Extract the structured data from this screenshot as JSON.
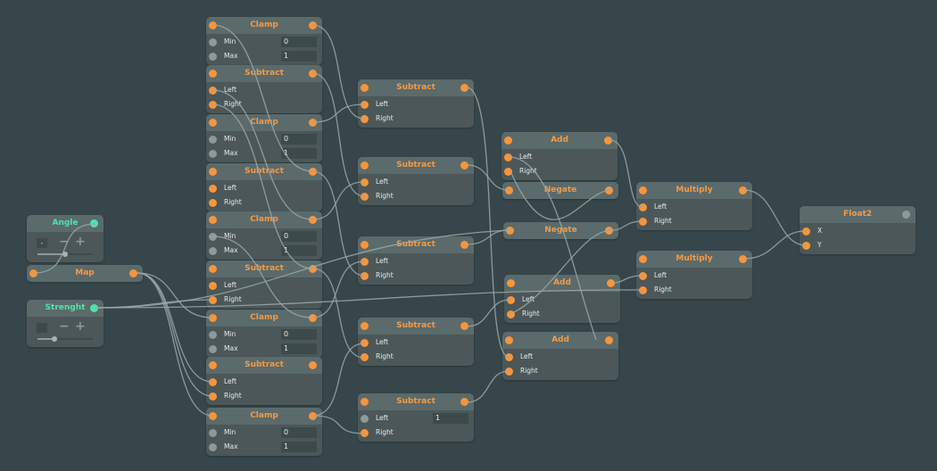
{
  "colors": {
    "background": "#37464a",
    "port": "#f7953a",
    "title": "#f39a48",
    "param": "#4ee3ae"
  },
  "params": [
    {
      "title": "Angle",
      "minus_box": "-",
      "minus": "−",
      "plus": "+",
      "slider_value": 0.5
    },
    {
      "title": "Strenght",
      "minus_box": "",
      "minus": "−",
      "plus": "+",
      "slider_value": 0.3
    }
  ],
  "map": {
    "title": "Map"
  },
  "nodes": [
    {
      "title": "Clamp",
      "rows": [
        {
          "label": "Min",
          "value": "0"
        },
        {
          "label": "Max",
          "value": "1"
        }
      ]
    },
    {
      "title": "Subtract",
      "rows": [
        {
          "label": "Left"
        },
        {
          "label": "Right"
        }
      ]
    },
    {
      "title": "Clamp",
      "rows": [
        {
          "label": "Min",
          "value": "0"
        },
        {
          "label": "Max",
          "value": "1"
        }
      ]
    },
    {
      "title": "Subtract",
      "rows": [
        {
          "label": "Left"
        },
        {
          "label": "Right"
        }
      ]
    },
    {
      "title": "Clamp",
      "rows": [
        {
          "label": "Min",
          "value": "0"
        },
        {
          "label": "Max",
          "value": "1"
        }
      ]
    },
    {
      "title": "Subtract",
      "rows": [
        {
          "label": "Left"
        },
        {
          "label": "Right"
        }
      ]
    },
    {
      "title": "Clamp",
      "rows": [
        {
          "label": "Min",
          "value": "0"
        },
        {
          "label": "Max",
          "value": "1"
        }
      ]
    },
    {
      "title": "Subtract",
      "rows": [
        {
          "label": "Left"
        },
        {
          "label": "Right"
        }
      ]
    },
    {
      "title": "Clamp",
      "rows": [
        {
          "label": "Min",
          "value": "0"
        },
        {
          "label": "Max",
          "value": "1"
        }
      ]
    },
    {
      "title": "Subtract",
      "rows": [
        {
          "label": "Left"
        },
        {
          "label": "Right"
        }
      ]
    },
    {
      "title": "Subtract",
      "rows": [
        {
          "label": "Left"
        },
        {
          "label": "Right"
        }
      ]
    },
    {
      "title": "Subtract",
      "rows": [
        {
          "label": "Left"
        },
        {
          "label": "Right"
        }
      ]
    },
    {
      "title": "Subtract",
      "rows": [
        {
          "label": "Left"
        },
        {
          "label": "Right"
        }
      ]
    },
    {
      "title": "Subtract",
      "rows": [
        {
          "label": "Left",
          "value": "1"
        },
        {
          "label": "Right"
        }
      ]
    },
    {
      "title": "Add",
      "rows": [
        {
          "label": "Left"
        },
        {
          "label": "Right"
        }
      ]
    },
    {
      "title": "Negate",
      "rows": []
    },
    {
      "title": "Negate",
      "rows": []
    },
    {
      "title": "Add",
      "rows": [
        {
          "label": "Left"
        },
        {
          "label": "Right"
        }
      ]
    },
    {
      "title": "Add",
      "rows": [
        {
          "label": "Left"
        },
        {
          "label": "Right"
        }
      ]
    },
    {
      "title": "Multiply",
      "rows": [
        {
          "label": "Left"
        },
        {
          "label": "Right"
        }
      ]
    },
    {
      "title": "Multiply",
      "rows": [
        {
          "label": "Left"
        },
        {
          "label": "Right"
        }
      ]
    },
    {
      "title": "Float2",
      "rows": [
        {
          "label": "X"
        },
        {
          "label": "Y"
        }
      ]
    }
  ]
}
